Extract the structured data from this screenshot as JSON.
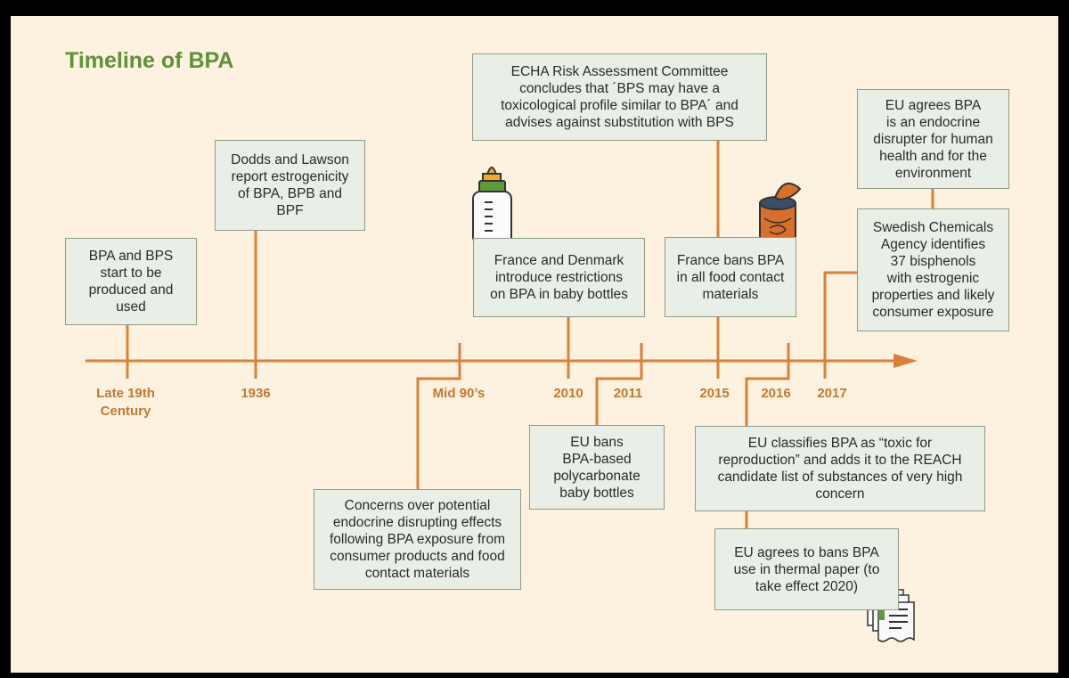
{
  "title": "Timeline of BPA",
  "axis_labels": {
    "late19": "Late 19th\nCentury",
    "y1936": "1936",
    "mid90": "Mid 90’s",
    "y2010": "2010",
    "y2011": "2011",
    "y2015": "2015",
    "y2016": "2016",
    "y2017": "2017"
  },
  "events": {
    "late19": "BPA and BPS\nstart to be\nproduced and\nused",
    "y1936": "Dodds and Lawson\nreport estrogenicity\nof BPA, BPB and\nBPF",
    "mid90": "Concerns over potential\nendocrine disrupting effects\nfollowing BPA exposure from\nconsumer products and food\ncontact materials",
    "y2010": "France and Denmark\nintroduce restrictions\non BPA in baby bottles",
    "y2011": "EU bans\nBPA-based\npolycarbonate\nbaby bottles",
    "echa": "ECHA Risk Assessment Committee\nconcludes that ´BPS may have a\ntoxicological profile similar to BPA´ and\nadvises against substitution with BPS",
    "y2015": "France bans BPA\nin all food contact\nmaterials",
    "y2016_classify": "EU classifies BPA as “toxic for\nreproduction” and adds it to the REACH\ncandidate list of substances of very high\nconcern",
    "y2016_thermal": "EU agrees to bans BPA\nuse in thermal paper (to\ntake effect 2020)",
    "y2017_endocrine": "EU agrees BPA\nis an endocrine\ndisrupter for human\nhealth and for the\nenvironment",
    "y2017_swedish": "Swedish Chemicals\nAgency identifies\n37 bisphenols\nwith estrogenic\nproperties and likely\nconsumer exposure"
  },
  "icons": [
    "baby-bottle-icon",
    "food-can-icon",
    "receipt-icon"
  ],
  "colors": {
    "title": "#5e9138",
    "timeline": "#d9813b",
    "label": "#c47832",
    "box": "#e9efe6",
    "background": "#fcf2df"
  }
}
